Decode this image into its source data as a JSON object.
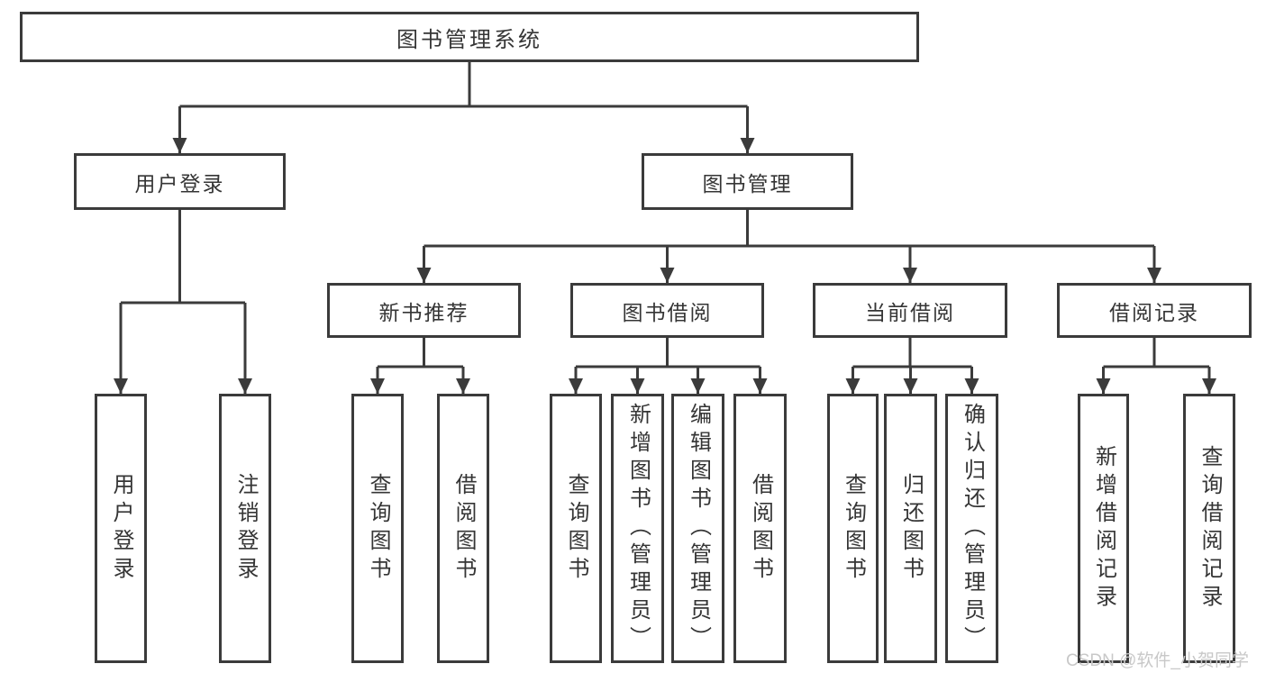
{
  "diagram": {
    "root": {
      "label": "图书管理系统"
    },
    "level2": [
      {
        "label": "用户登录"
      },
      {
        "label": "图书管理"
      }
    ],
    "level3": [
      {
        "label": "新书推荐"
      },
      {
        "label": "图书借阅"
      },
      {
        "label": "当前借阅"
      },
      {
        "label": "借阅记录"
      }
    ],
    "leaves": [
      {
        "label": "用户登录"
      },
      {
        "label": "注销登录"
      },
      {
        "label": "查询图书"
      },
      {
        "label": "借阅图书"
      },
      {
        "label": "查询图书"
      },
      {
        "label": "新增图书（管理员）"
      },
      {
        "label": "编辑图书（管理员）"
      },
      {
        "label": "借阅图书"
      },
      {
        "label": "查询图书"
      },
      {
        "label": "归还图书"
      },
      {
        "label": "确认归还（管理员）"
      },
      {
        "label": "新增借阅记录"
      },
      {
        "label": "查询借阅记录"
      }
    ]
  },
  "watermark": {
    "text": "CSDN @软件_小贺同学"
  },
  "colors": {
    "line": "#3b3b3b",
    "box_border": "#3b3b3b",
    "text": "#353535",
    "background": "#ffffff",
    "watermark_text": "#c8c8c8"
  }
}
